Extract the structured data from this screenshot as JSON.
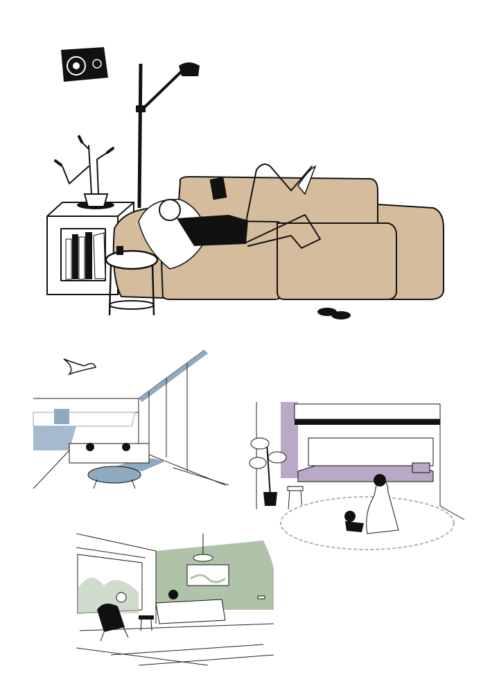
{
  "illustration": {
    "scenes": [
      {
        "name": "man-reading-on-sofa",
        "icons": [
          "speaker-icon",
          "floor-lamp-icon",
          "plant-icon",
          "books-icon",
          "side-table-icon",
          "slippers-icon"
        ]
      },
      {
        "name": "open-plan-living-room",
        "icons": [
          "ceiling-fan-icon",
          "coffee-table-icon"
        ]
      },
      {
        "name": "bedroom-mother-and-child",
        "icons": [
          "monstera-plant-icon",
          "rug-icon"
        ]
      },
      {
        "name": "green-wall-lounge-guitar",
        "icons": [
          "pendant-lamp-icon",
          "armchair-icon"
        ]
      }
    ],
    "colors": {
      "sofa": "#D4BC9C",
      "living_blue": "#8FA9BF",
      "bedroom_purple": "#B9A8C6",
      "wall_green": "#AFC3A9",
      "ink": "#111111"
    }
  }
}
